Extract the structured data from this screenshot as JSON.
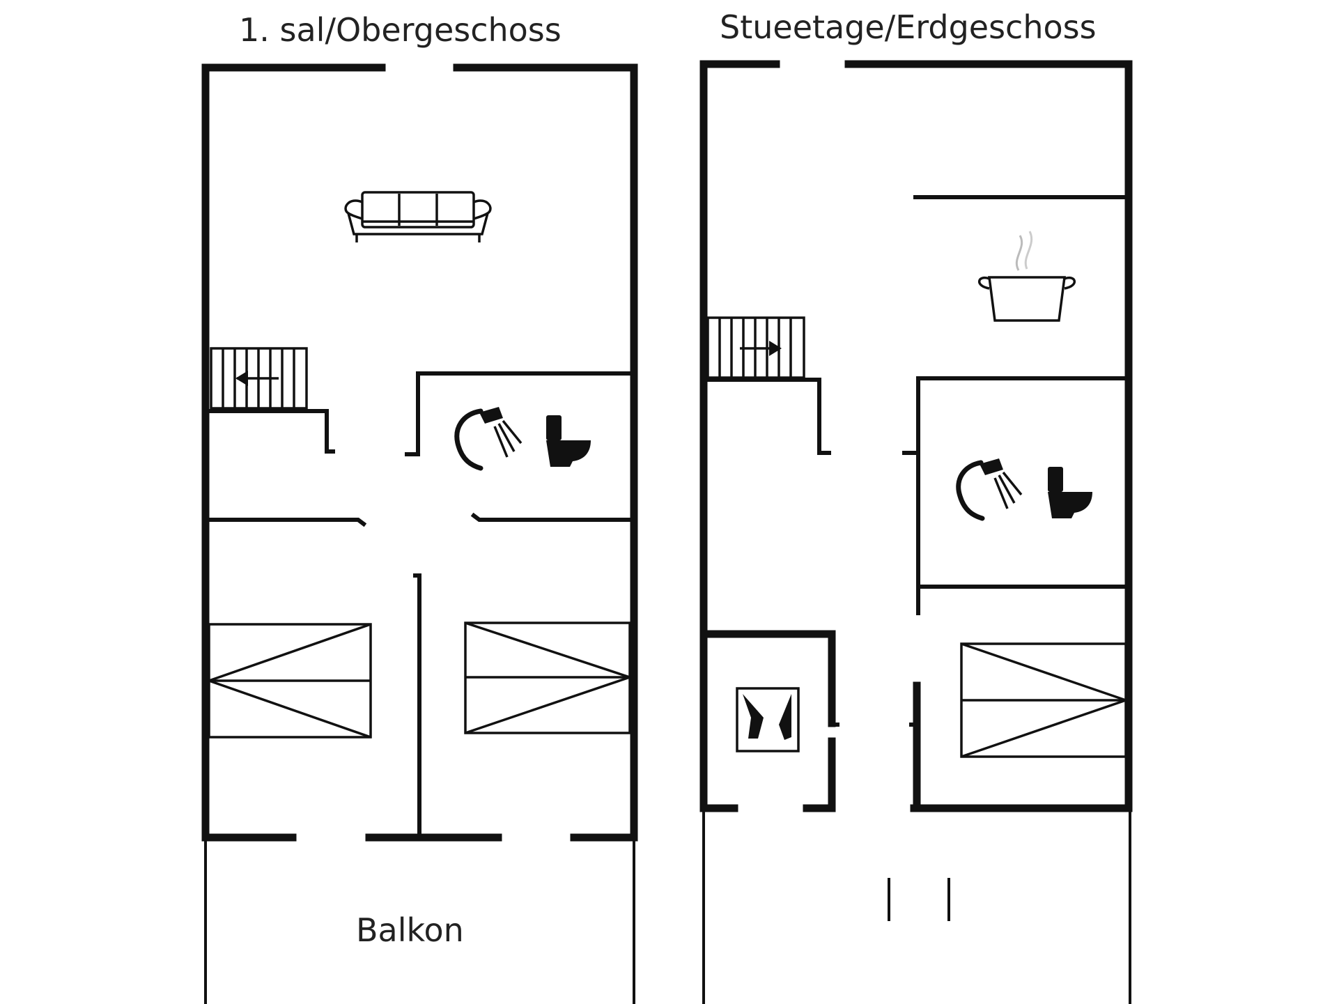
{
  "floors": {
    "upper": {
      "title": "1. sal/Obergeschoss",
      "balcony_label": "Balkon"
    },
    "ground": {
      "title": "Stueetage/Erdgeschoss"
    }
  },
  "icons": [
    "sofa-icon",
    "stairs-icon",
    "shower-icon",
    "toilet-icon",
    "bed-icon",
    "cooking-pot-icon",
    "washing-machine-icon"
  ],
  "colors": {
    "line": "#111111",
    "background": "#ffffff",
    "text": "#222222"
  }
}
